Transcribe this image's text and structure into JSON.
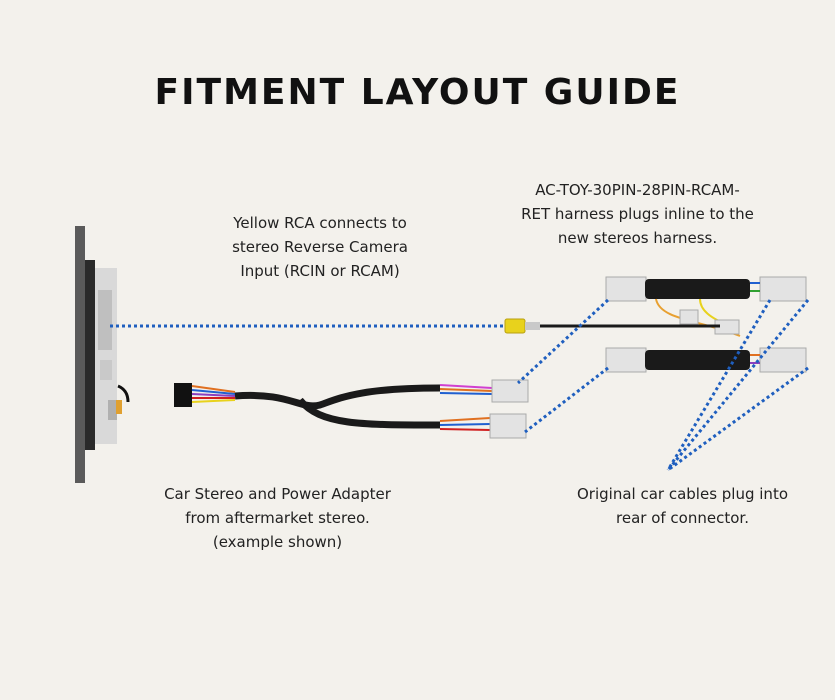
{
  "title": "FITMENT LAYOUT GUIDE",
  "labels": {
    "rca": [
      "Yellow RCA connects to",
      "stereo Reverse Camera",
      "Input (RCIN or RCAM)"
    ],
    "harness": [
      "AC-TOY-30PIN-28PIN-RCAM-",
      "RET harness plugs inline to the",
      "new stereos harness."
    ],
    "stereo": [
      "Car Stereo and Power Adapter",
      "from aftermarket stereo.",
      "(example shown)"
    ],
    "original": [
      "Original car cables plug into",
      "rear of connector."
    ]
  },
  "colors": {
    "background": "#f3f1ec",
    "dotted_line": "#1f5fbf",
    "rca_yellow": "#e8d21c",
    "cable": "#1a1a1a"
  }
}
